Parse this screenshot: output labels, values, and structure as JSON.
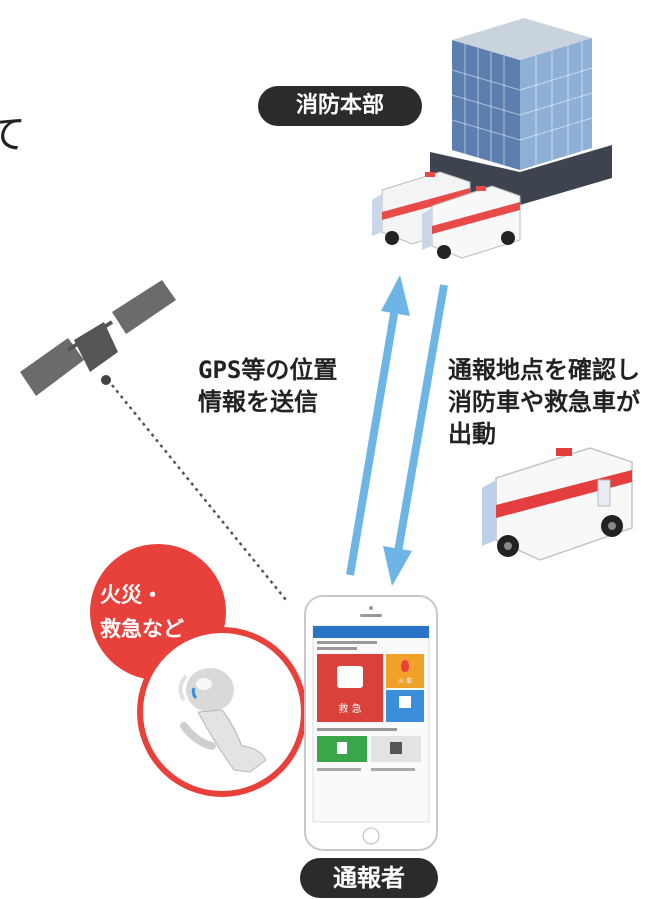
{
  "labels": {
    "hq": "消防本部",
    "caller": "通報者",
    "emergency_line1": "火災・",
    "emergency_line2": "救急など",
    "uplink_line1": "GPS等の位置",
    "uplink_line2": "情報を送信",
    "dispatch_line1": "通報地点を確認し",
    "dispatch_line2": "消防車や救急車が",
    "dispatch_line3": "出動",
    "cut_glyph": "て"
  },
  "phone_app": {
    "tile_main": "救 急",
    "tile_fire": "火 事",
    "colors": {
      "red": "#d9413a",
      "green": "#3aa64a",
      "orange": "#f0a12a",
      "blue": "#3a8fd8"
    }
  },
  "colors": {
    "arrow": "#6db5e5",
    "red_badge": "#e8403a",
    "pill": "#2b2b2b"
  },
  "icons": [
    "building-icon",
    "ambulance-icon",
    "satellite-icon",
    "smartphone-icon",
    "person-icon"
  ]
}
